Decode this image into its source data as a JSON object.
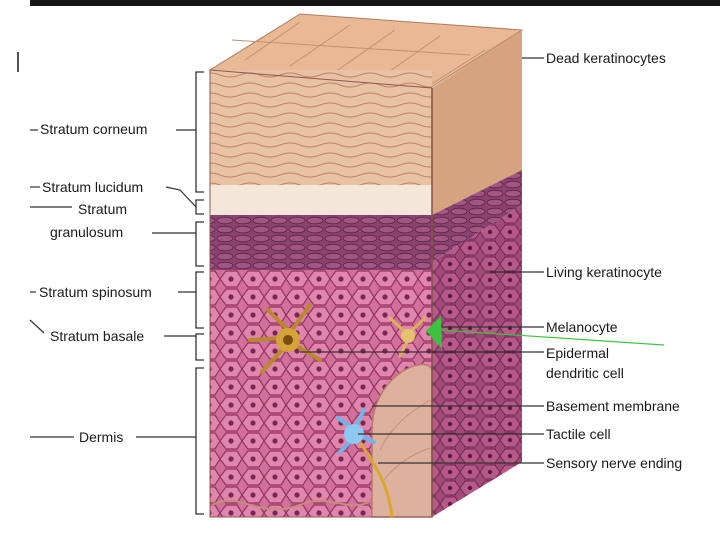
{
  "labels_left": {
    "stratum_corneum": "Stratum corneum",
    "stratum_lucidum": "Stratum lucidum",
    "stratum_granulosum_1": "Stratum",
    "stratum_granulosum_2": "granulosum",
    "stratum_spinosum": "Stratum spinosum",
    "stratum_basale": "Stratum basale",
    "dermis": "Dermis"
  },
  "labels_right": {
    "dead_keratinocytes": "Dead keratinocytes",
    "living_keratinocyte": "Living keratinocyte",
    "melanocyte": "Melanocyte",
    "epidermal_dendritic_1": "Epidermal",
    "epidermal_dendritic_2": "dendritic cell",
    "basement_membrane": "Basement membrane",
    "tactile_cell": "Tactile cell",
    "sensory_nerve_ending": "Sensory nerve ending"
  },
  "colors": {
    "corneum": "#e6bf9f",
    "lucidum": "#f3e4d4",
    "granulosum": "#7c3a64",
    "spinosum": "#cf6891",
    "dermis": "#d9a796",
    "pointer_arrow": "#3cc23c"
  }
}
